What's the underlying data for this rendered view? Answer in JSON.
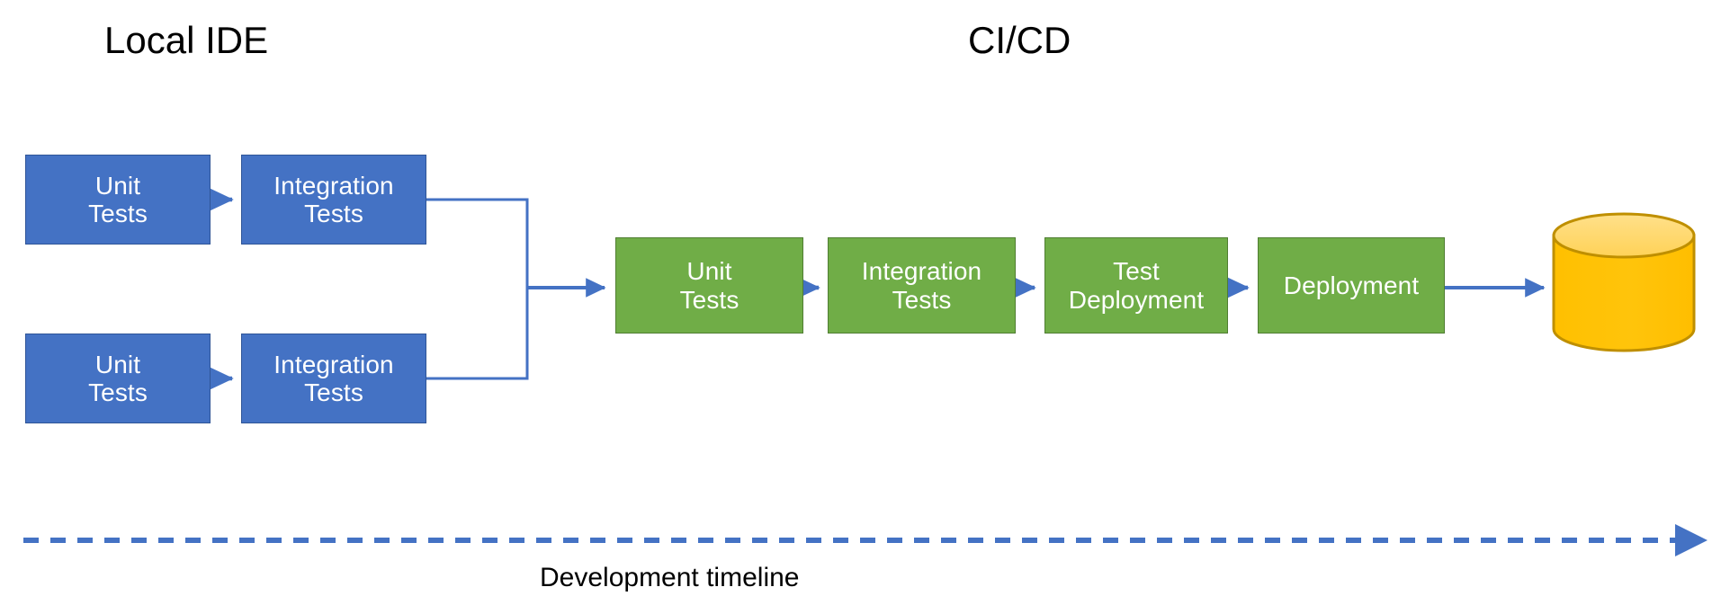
{
  "diagram": {
    "title_local": "Local IDE",
    "title_cicd": "CI/CD",
    "timeline_label": "Development timeline",
    "colors": {
      "blue_fill": "#4472C4",
      "blue_stroke": "#2F5597",
      "green_fill": "#70AD47",
      "green_stroke": "#507E32",
      "cylinder_body": "#FFC000",
      "cylinder_top": "#FFD966",
      "cylinder_stroke": "#BF8F00",
      "connector": "#4472C4",
      "text_on_shape": "#FFFFFF",
      "text_title": "#000000",
      "background": "#FFFFFF"
    },
    "local_ide": {
      "rows": [
        {
          "unit": "Unit\nTests",
          "integration": "Integration\nTests"
        },
        {
          "unit": "Unit\nTests",
          "integration": "Integration\nTests"
        }
      ]
    },
    "cicd": {
      "stages": [
        {
          "label": "Unit\nTests"
        },
        {
          "label": "Integration\nTests"
        },
        {
          "label": "Test\nDeployment"
        },
        {
          "label": "Deployment"
        }
      ],
      "datastore": "database-cylinder"
    }
  }
}
